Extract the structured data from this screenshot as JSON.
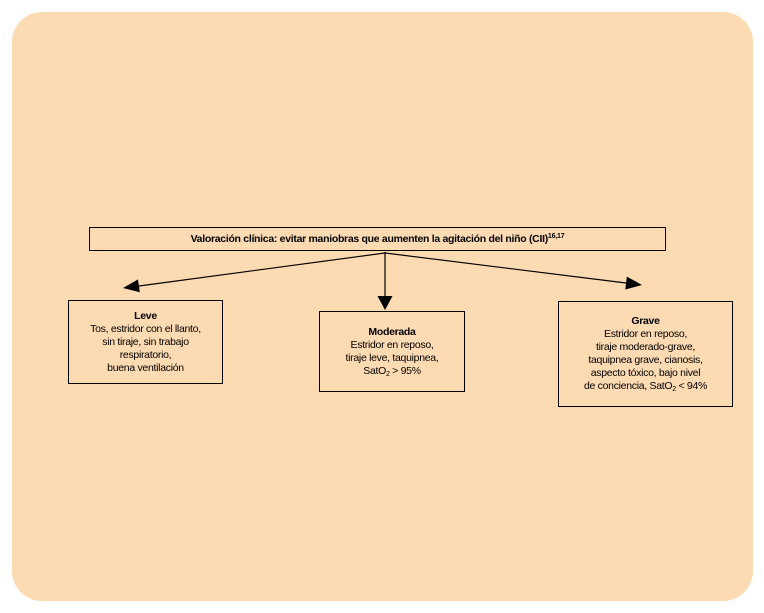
{
  "figure": {
    "colors": {
      "panel_background": "#fcdab2",
      "line_color": "#000000",
      "text_color": "#000000",
      "page_background": "#ffffff"
    },
    "root_box": {
      "text": "Valoración clínica: evitar maniobras que aumenten la agitación del niño (CII)",
      "reference_superscript": "16,17"
    },
    "severity_boxes": [
      {
        "title": "Leve",
        "lines": [
          "Tos, estridor con el llanto,",
          "sin tiraje, sin trabajo",
          "respiratorio,",
          "buena ventilación"
        ]
      },
      {
        "title": "Moderada",
        "lines": [
          "Estridor en reposo,",
          "tiraje leve, taquipnea,"
        ],
        "sat_line": {
          "prefix": "SatO",
          "subscript": "2",
          "suffix": " > 95%"
        }
      },
      {
        "title": "Grave",
        "lines": [
          "Estridor en reposo,",
          "tiraje moderado-grave,",
          "taquipnea grave, cianosis,",
          "aspecto tóxico, bajo nivel"
        ],
        "sat_line": {
          "prefix": "de conciencia, SatO",
          "subscript": "2",
          "suffix": " < 94%"
        }
      }
    ]
  }
}
